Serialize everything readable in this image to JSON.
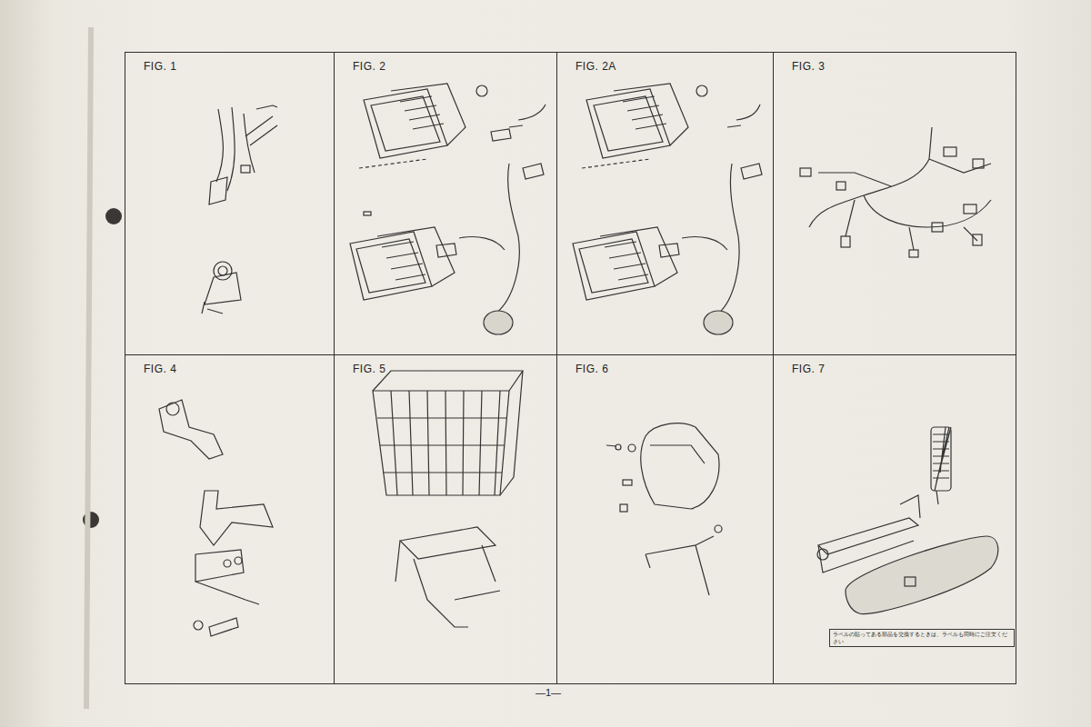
{
  "diagram": {
    "nodes": [
      {
        "text": [
          "FIG. 1"
        ]
      },
      {
        "text": [
          "FIG. 2"
        ]
      },
      {
        "text": [
          "FIG. 2A"
        ]
      },
      {
        "text": [
          "FIG. 3"
        ]
      },
      {
        "text": [
          "FIG. 4"
        ]
      },
      {
        "text": [
          "FIG. 5"
        ]
      },
      {
        "text": [
          "FIG. 6"
        ]
      },
      {
        "text": [
          "FIG. 7"
        ]
      }
    ],
    "labels": [
      "—1—",
      "ラベルの貼ってある部品を交換するときは、ラベルも同時にご注文ください"
    ]
  }
}
